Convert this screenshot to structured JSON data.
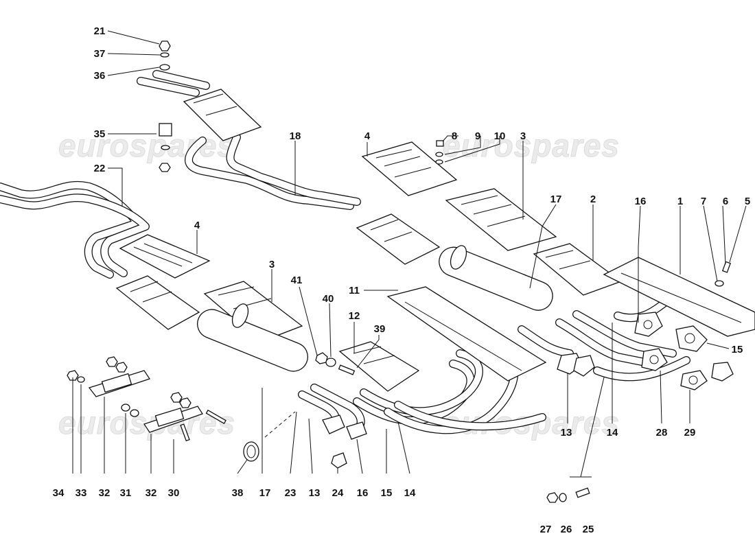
{
  "watermark": "eurospares",
  "callouts": [
    "21",
    "37",
    "36",
    "35",
    "22",
    "18",
    "4",
    "8",
    "9",
    "10",
    "3",
    "17",
    "2",
    "16",
    "1",
    "7",
    "6",
    "5",
    "4",
    "3",
    "41",
    "40",
    "11",
    "12",
    "39",
    "15",
    "13",
    "14",
    "28",
    "29",
    "34",
    "33",
    "32",
    "31",
    "32",
    "30",
    "38",
    "17",
    "23",
    "13",
    "24",
    "16",
    "15",
    "14",
    "27",
    "26",
    "25"
  ]
}
